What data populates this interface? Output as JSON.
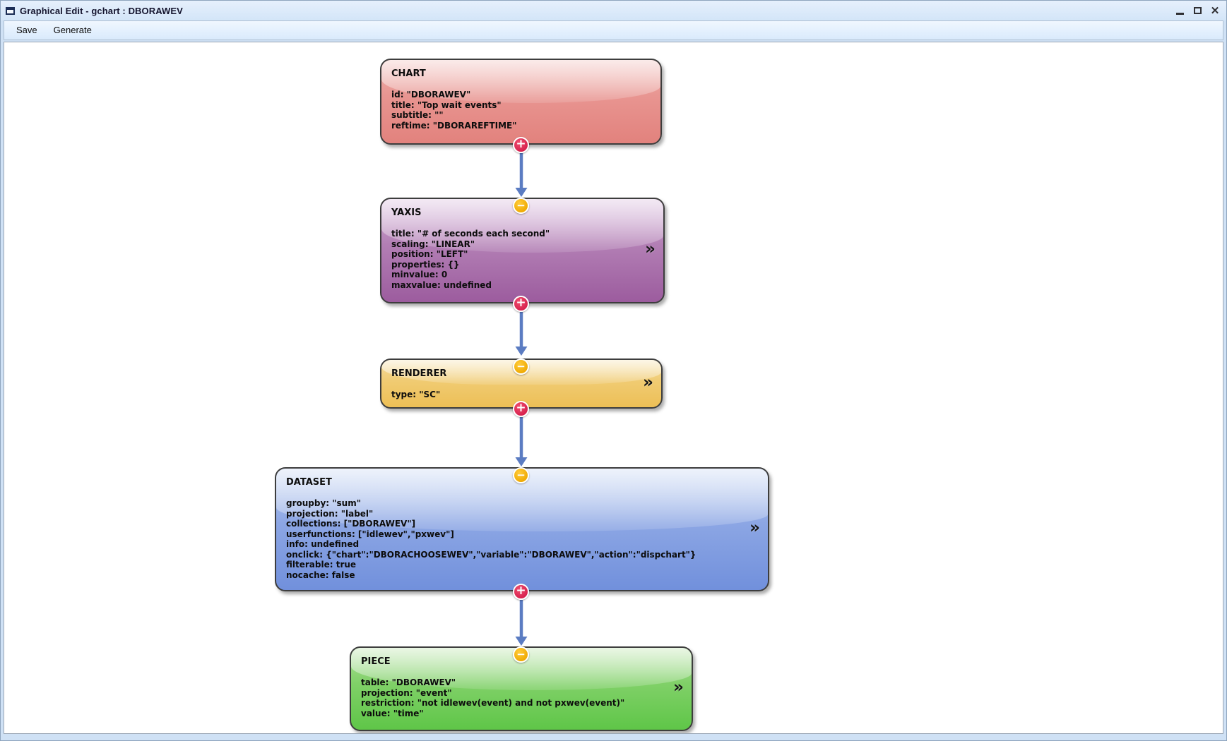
{
  "window": {
    "title": "Graphical Edit - gchart : DBORAWEV",
    "controls": [
      {
        "name": "minimize",
        "glyph": "–"
      },
      {
        "name": "maximize",
        "glyph": ""
      },
      {
        "name": "close",
        "glyph": "✕"
      }
    ]
  },
  "menu": {
    "items": [
      {
        "label": "Save"
      },
      {
        "label": "Generate"
      }
    ]
  },
  "icons": {
    "plus": "+",
    "minus": "−",
    "chevron": "»"
  },
  "colors": {
    "chart_node": "#e2827d",
    "yaxis_node": "#9c5c9e",
    "renderer_node": "#edbf56",
    "dataset_node": "#7190dc",
    "piece_node": "#5fc648",
    "plus_button": "#d61f4c",
    "minus_button": "#efa902",
    "arrow": "#5b7cc2",
    "frame": "#cfe1f5"
  },
  "nodes": {
    "chart": {
      "header": "CHART",
      "props": "id: \"DBORAWEV\"\ntitle: \"Top wait events\"\nsubtitle: \"\"\nreftime: \"DBORAREFTIME\""
    },
    "yaxis": {
      "header": "YAXIS",
      "props": "title: \"# of seconds each second\"\nscaling: \"LINEAR\"\nposition: \"LEFT\"\nproperties: {}\nminvalue: 0\nmaxvalue: undefined"
    },
    "renderer": {
      "header": "RENDERER",
      "props": "type: \"SC\""
    },
    "dataset": {
      "header": "DATASET",
      "props": "groupby: \"sum\"\nprojection: \"label\"\ncollections: [\"DBORAWEV\"]\nuserfunctions: [\"idlewev\",\"pxwev\"]\ninfo: undefined\nonclick: {\"chart\":\"DBORACHOOSEWEV\",\"variable\":\"DBORAWEV\",\"action\":\"dispchart\"}\nfilterable: true\nnocache: false"
    },
    "piece": {
      "header": "PIECE",
      "props": "table: \"DBORAWEV\"\nprojection: \"event\"\nrestriction: \"not idlewev(event) and not pxwev(event)\"\nvalue: \"time\""
    }
  }
}
